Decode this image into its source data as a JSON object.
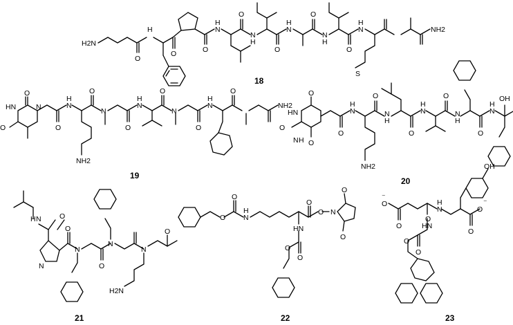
{
  "compounds": [
    {
      "label": "18"
    },
    {
      "label": "19"
    },
    {
      "label": "20"
    },
    {
      "label": "21"
    },
    {
      "label": "22"
    },
    {
      "label": "23"
    }
  ],
  "atoms": {
    "c18": [
      "H2N",
      "H",
      "O",
      "O",
      "O",
      "N",
      "H",
      "H",
      "N",
      "O",
      "O",
      "N",
      "H",
      "O",
      "H",
      "N",
      "O",
      "N",
      "H",
      "NH2",
      "S"
    ],
    "c19": [
      "O",
      "HN",
      "N",
      "O",
      "O",
      "H",
      "N",
      "O",
      "N",
      "O",
      "H",
      "N",
      "O",
      "N",
      "O",
      "H",
      "N",
      "NH2",
      "NH2",
      "O"
    ],
    "c20": [
      "O",
      "HN",
      "O",
      "N",
      "H",
      "O",
      "H",
      "N",
      "O",
      "H",
      "N",
      "O",
      "H",
      "N",
      "O",
      "N",
      "H",
      "O",
      "N",
      "H",
      "OH",
      "O",
      "NH2"
    ],
    "c21": [
      "H",
      "N",
      "O",
      "N",
      "N",
      "O",
      "N",
      "O",
      "N",
      "O",
      "H2N"
    ],
    "c22": [
      "O",
      "N",
      "H",
      "O",
      "O",
      "O",
      "N",
      "O",
      "O",
      "HN",
      "O",
      "O"
    ],
    "c23": [
      "OH",
      "O",
      "⁻",
      "O",
      "H",
      "N",
      "O",
      "O",
      "⁻",
      "O",
      "HN",
      "O",
      "O"
    ]
  }
}
